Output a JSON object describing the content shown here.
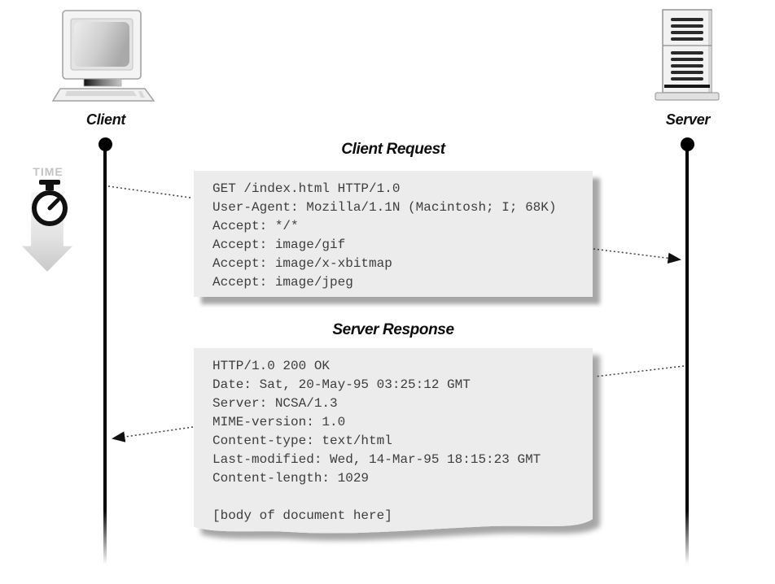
{
  "client": {
    "label": "Client"
  },
  "server": {
    "label": "Server"
  },
  "time_label": "TIME",
  "request": {
    "title": "Client Request",
    "lines": [
      "GET /index.html HTTP/1.0",
      "User-Agent: Mozilla/1.1N (Macintosh; I; 68K)",
      "Accept: */*",
      "Accept: image/gif",
      "Accept: image/x-xbitmap",
      "Accept: image/jpeg"
    ]
  },
  "response": {
    "title": "Server Response",
    "lines": [
      "HTTP/1.0 200 OK",
      "Date: Sat, 20-May-95 03:25:12 GMT",
      "Server: NCSA/1.3",
      "MIME-version: 1.0",
      "Content-type: text/html",
      "Last-modified: Wed, 14-Mar-95 18:15:23 GMT",
      "Content-length: 1029",
      "",
      "[body of document here]"
    ]
  },
  "colors": {
    "box_background": "#ececec",
    "code_text": "#3d3d3d",
    "timeline": "#000000",
    "time_label_gray": "#c3c3c3",
    "shadow": "rgba(0,0,0,0.35)"
  }
}
